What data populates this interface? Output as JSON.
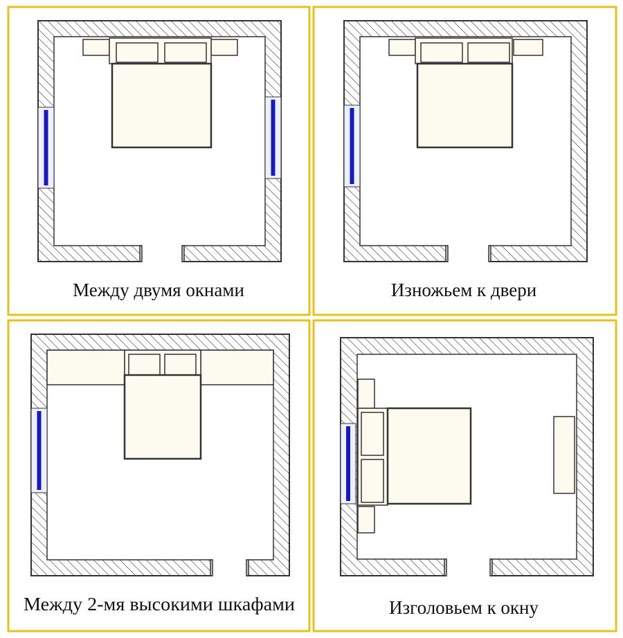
{
  "colors": {
    "frame": "#e6c21e",
    "wall_stroke": "#333333",
    "window": "#1a1ab8",
    "furniture": "#fdfbf0"
  },
  "panels": [
    {
      "caption": "Между двумя окнами"
    },
    {
      "caption": "Изножьем к двери"
    },
    {
      "caption": "Между 2-мя высокими шкафами"
    },
    {
      "caption": "Изголовьем к окну"
    }
  ]
}
